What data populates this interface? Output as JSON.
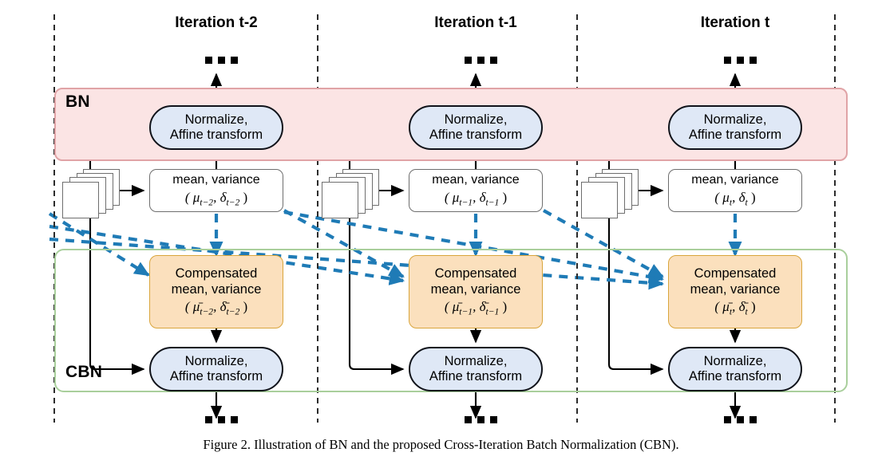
{
  "figure": {
    "caption": "Figure 2. Illustration of BN and the proposed Cross-Iteration Batch Normalization (CBN)."
  },
  "bands": {
    "bn": {
      "label": "BN",
      "fill": "#fbe4e4",
      "stroke": "#e0a3a6"
    },
    "cbn": {
      "label": "CBN",
      "fill": "#ffffff",
      "stroke": "#a9cf9c"
    }
  },
  "colors": {
    "norm_fill": "#dfe8f6",
    "norm_stroke": "#10131a",
    "stat_fill": "#ffffff",
    "stat_stroke": "#6e6e6e",
    "comp_fill": "#fbe0bd",
    "comp_stroke": "#d9a53c",
    "dashed_arrow": "#1f7bb6",
    "separator": "#2b2b2b",
    "solid_arrow": "#000000"
  },
  "columns": [
    {
      "title": "Iteration t-2",
      "norm_bn": {
        "line1": "Normalize,",
        "line2": "Affine transform"
      },
      "stat": {
        "line1": "mean, variance",
        "formula": "( μ",
        "sub": "t−2",
        "formula2": ", δ",
        "sub2": "t−2",
        "formula3": " )"
      },
      "comp": {
        "line1": "Compensated",
        "line2": "mean, variance",
        "formula": "( μ̄",
        "sub": "t−2",
        "formula2": ", δ̄",
        "sub2": "t−2",
        "formula3": " )"
      },
      "norm_cbn": {
        "line1": "Normalize,",
        "line2": "Affine transform"
      }
    },
    {
      "title": "Iteration t-1",
      "norm_bn": {
        "line1": "Normalize,",
        "line2": "Affine transform"
      },
      "stat": {
        "line1": "mean, variance",
        "formula": "( μ",
        "sub": "t−1",
        "formula2": ", δ",
        "sub2": "t−1",
        "formula3": " )"
      },
      "comp": {
        "line1": "Compensated",
        "line2": "mean, variance",
        "formula": "( μ̄",
        "sub": "t−1",
        "formula2": ", δ̄",
        "sub2": "t−1",
        "formula3": " )"
      },
      "norm_cbn": {
        "line1": "Normalize,",
        "line2": "Affine transform"
      }
    },
    {
      "title": "Iteration t",
      "norm_bn": {
        "line1": "Normalize,",
        "line2": "Affine transform"
      },
      "stat": {
        "line1": "mean, variance",
        "formula": "( μ",
        "sub": "t",
        "formula2": ", δ",
        "sub2": "t",
        "formula3": " )"
      },
      "comp": {
        "line1": "Compensated",
        "line2": "mean, variance",
        "formula": "( μ̄",
        "sub": "t",
        "formula2": ", δ̄",
        "sub2": "t",
        "formula3": " )"
      },
      "norm_cbn": {
        "line1": "Normalize,",
        "line2": "Affine transform"
      }
    }
  ],
  "icons": {
    "feature_maps": "stacked-feature-maps-icon",
    "ellipsis": "ellipsis-dots-icon"
  }
}
